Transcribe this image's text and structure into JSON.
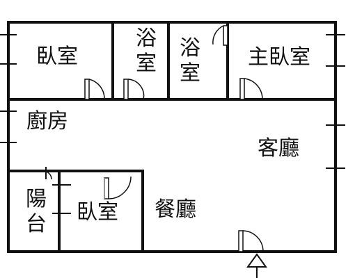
{
  "rooms": {
    "bedroom_1": "臥室",
    "bath_1": "浴室",
    "bath_2": "浴室",
    "master_bedroom": "主臥室",
    "kitchen": "廚房",
    "living_room": "客廳",
    "balcony": "陽台",
    "bedroom_2": "臥室",
    "dining_room": "餐廳"
  },
  "icons": {
    "entrance": "up-arrow-icon"
  }
}
